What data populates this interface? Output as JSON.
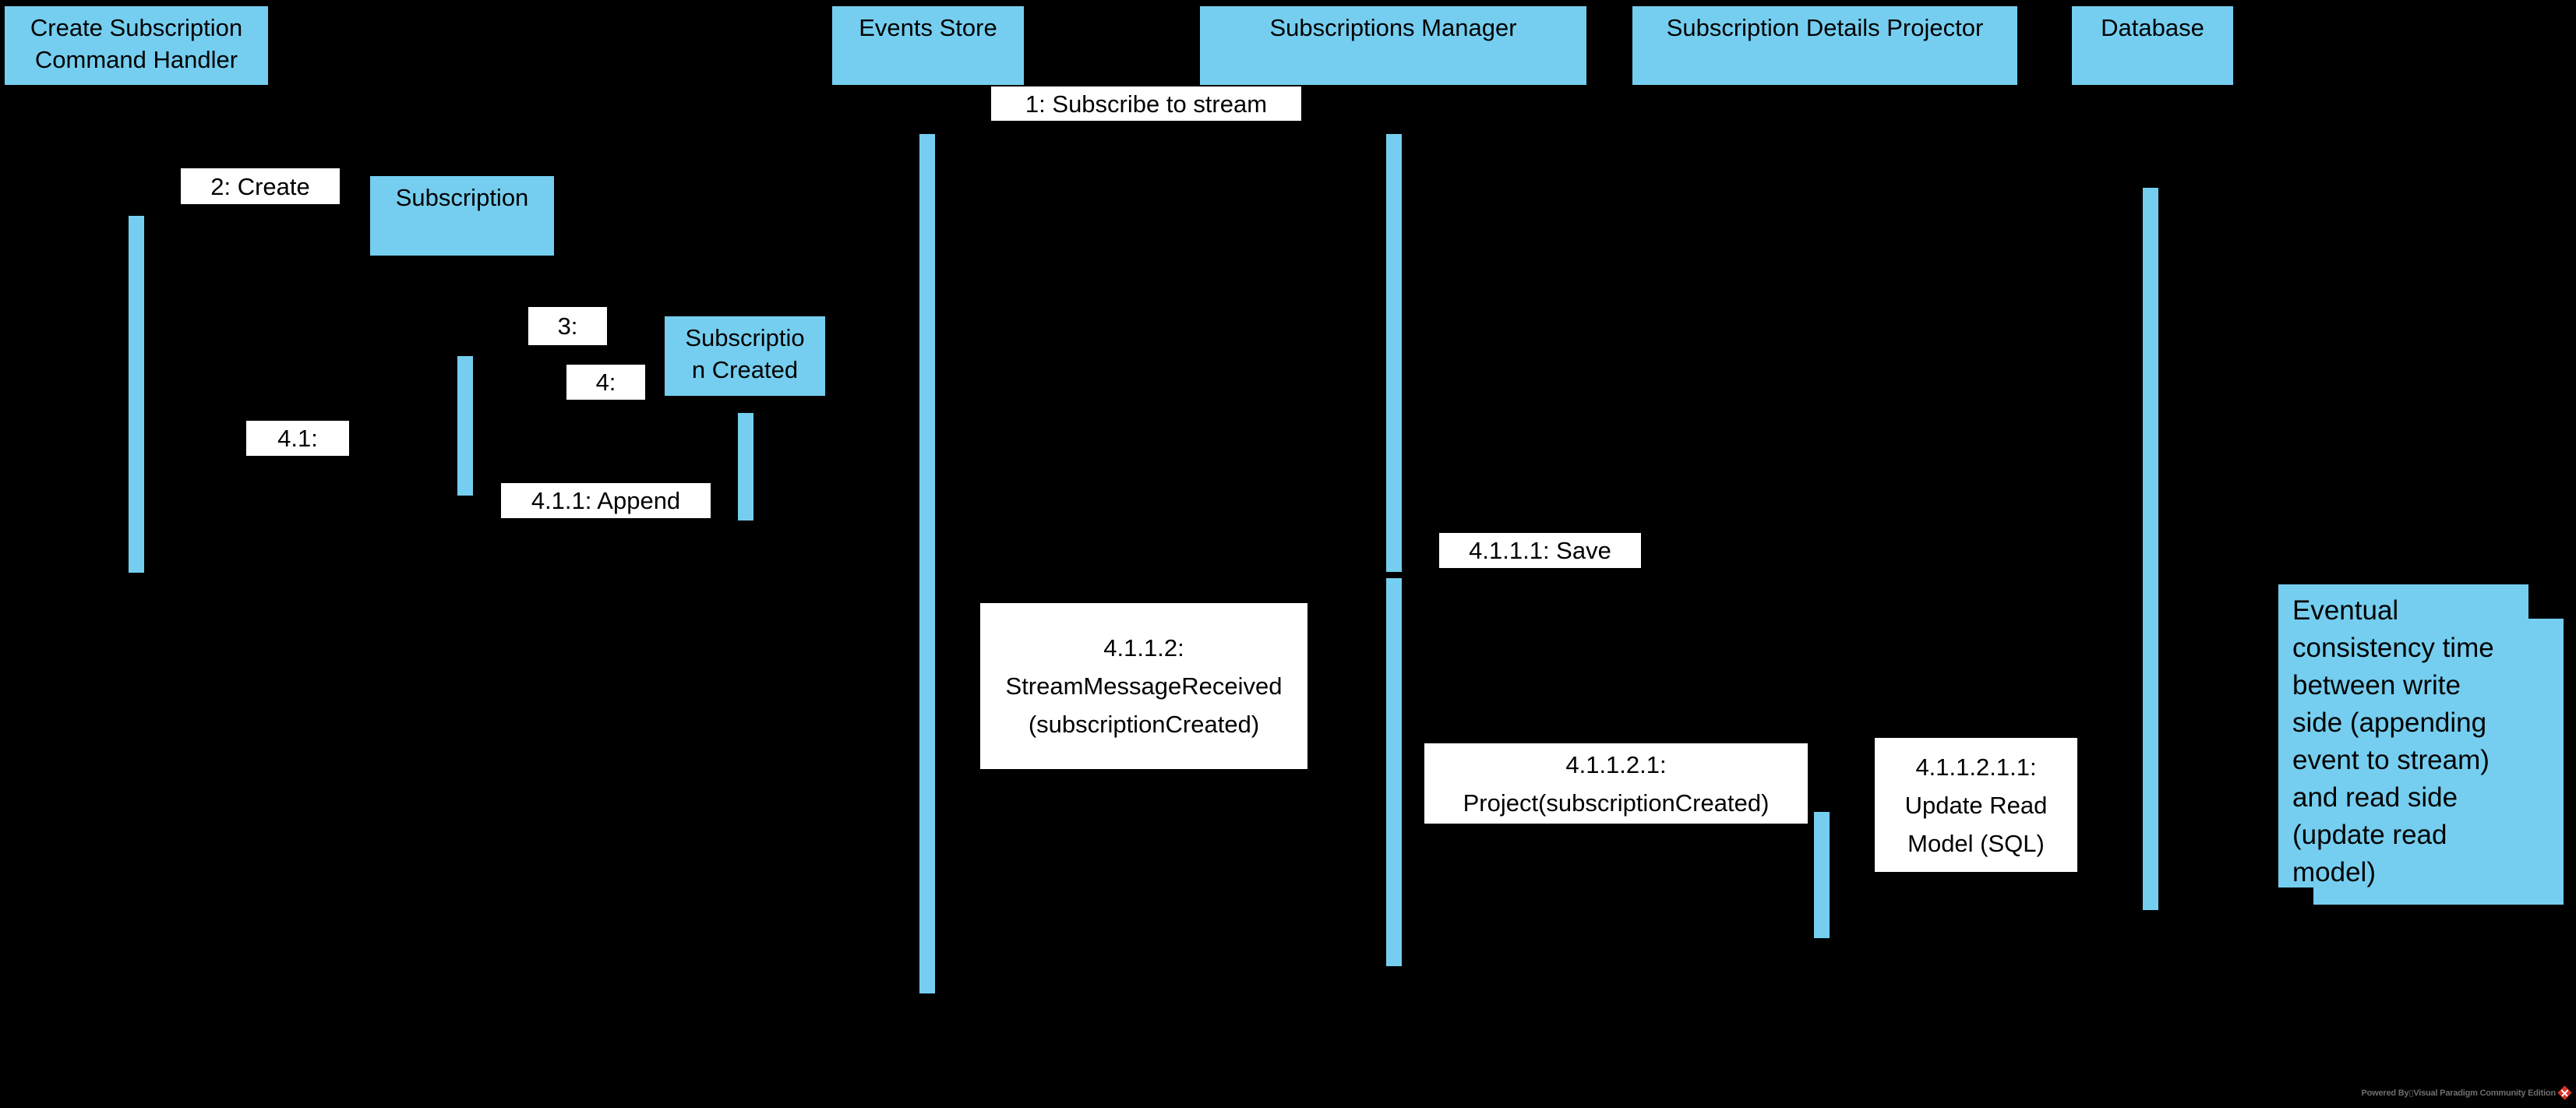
{
  "colors": {
    "background": "#000000",
    "shape_fill": "#75CEEF",
    "label_background": "#FFFFFF",
    "text": "#000000",
    "credit_text": "#6E6E6E",
    "logo_red": "#D6332C"
  },
  "lifelines": [
    {
      "name": "Create Subscription Command Handler",
      "label": "Create Subscription\nCommand Handler"
    },
    {
      "name": "Events Store",
      "label": "Events Store"
    },
    {
      "name": "Subscriptions Manager",
      "label": "Subscriptions Manager"
    },
    {
      "name": "Subscription Details Projector",
      "label": "Subscription Details Projector"
    },
    {
      "name": "Database",
      "label": "Database"
    },
    {
      "name": "Subscription",
      "label": "Subscription"
    },
    {
      "name": "Subscription Created",
      "label": "Subscriptio\nn Created"
    }
  ],
  "messages": [
    {
      "text": "1: Subscribe to stream"
    },
    {
      "text": "2: Create"
    },
    {
      "text": "3:"
    },
    {
      "text": "4:"
    },
    {
      "text": "4.1:"
    },
    {
      "text": "4.1.1: Append"
    },
    {
      "text": "4.1.1.1: Save"
    },
    {
      "text": "4.1.1.2:\nStreamMessageReceived\n(subscriptionCreated)"
    },
    {
      "text": "4.1.1.2.1:\nProject(subscriptionCreated)"
    },
    {
      "text": "4.1.1.2.1.1:\nUpdate Read\nModel (SQL)"
    }
  ],
  "note": {
    "text": "Eventual\nconsistency time\nbetween write\nside (appending\nevent to stream)\nand read side\n(update read\nmodel)"
  },
  "footer": {
    "credit": "Powered By▯Visual Paradigm Community Edition"
  }
}
